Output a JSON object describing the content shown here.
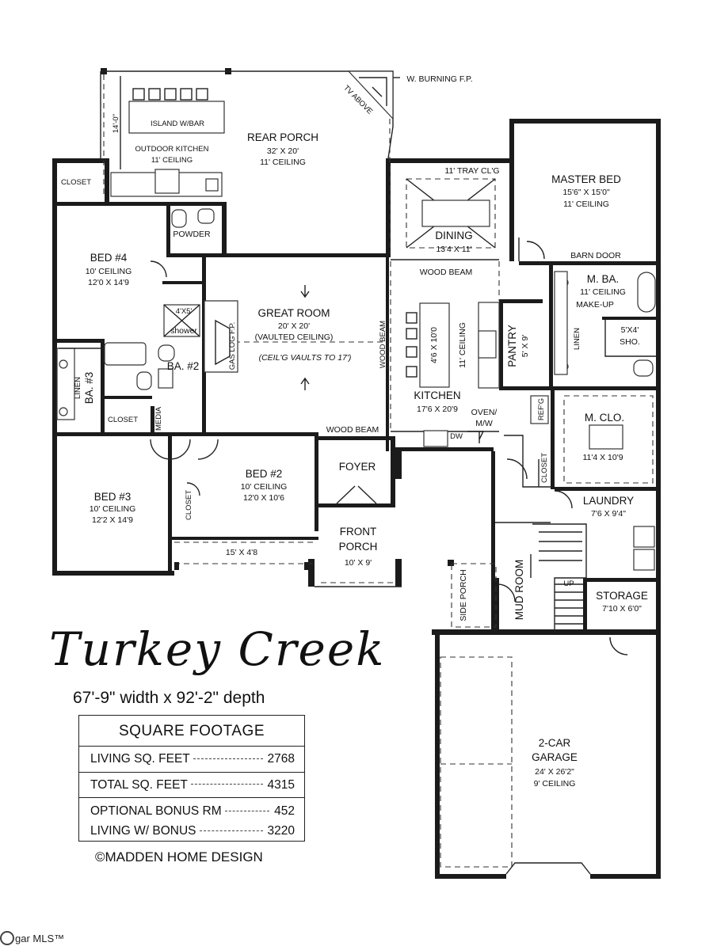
{
  "rooms": {
    "closet_nw": "CLOSET",
    "powder": "POWDER",
    "outdoor_kitchen": "OUTDOOR KITCHEN",
    "outdoor_kitchen_ceiling": "11' CEILING",
    "island_bar": "ISLAND W/BAR",
    "porch_dim": "14'-0\"",
    "rear_porch": "REAR PORCH",
    "rear_porch_size": "32' X 20'",
    "rear_porch_ceiling": "11' CEILING",
    "fireplace": "W. BURNING F.P.",
    "tv_above": "TV ABOVE",
    "tray": "11' TRAY CL'G",
    "dining": "DINING",
    "dining_size": "13'4 X 11'",
    "master_bed": "MASTER BED",
    "master_bed_size": "15'6\" X 15'0\"",
    "master_bed_ceiling": "11' CEILING",
    "barn_door": "BARN DOOR",
    "bed4": "BED #4",
    "bed4_ceiling": "10' CEILING",
    "bed4_size": "12'0 X 14'9",
    "wood_beam_top": "WOOD BEAM",
    "great_room": "GREAT ROOM",
    "great_room_size": "20' X 20'",
    "great_room_vault": "(VAULTED CEILING)",
    "ceil_vaults": "(CEIL'G VAULTS TO 17')",
    "gas_log": "GAS LOG F.P.",
    "shower_size": "4'X5'",
    "shower": "shower",
    "ba2": "BA. #2",
    "ba3": "BA. #3",
    "linen": "LINEN",
    "closet_w": "CLOSET",
    "media": "MEDIA",
    "wood_beam_v": "WOOD BEAM",
    "island_size": "4'6 X 10'0",
    "kitchen_ceiling": "11' CEILING",
    "kitchen": "KITCHEN",
    "kitchen_size": "17'6 X 20'9",
    "pantry": "PANTRY",
    "pantry_size": "5' X 9'",
    "m_ba": "M. BA.",
    "m_ba_ceiling": "11' CEILING",
    "makeup": "MAKE-UP",
    "linen_m": "LINEN",
    "sho_size": "5'X4'",
    "sho": "SHO.",
    "refg": "REF'G",
    "oven": "OVEN/",
    "mw": "M/W",
    "dw": "DW",
    "m_clo": "M. CLO.",
    "m_clo_size": "11'4 X 10'9",
    "closet_e": "CLOSET",
    "wood_beam_bottom": "WOOD BEAM",
    "bed3": "BED #3",
    "bed3_ceiling": "10' CEILING",
    "bed3_size": "12'2 X 14'9",
    "bed2": "BED #2",
    "bed2_ceiling": "10' CEILING",
    "bed2_size": "12'0 X 10'6",
    "closet_b2": "CLOSET",
    "foyer": "FOYER",
    "front_porch_1": "FRONT",
    "front_porch_2": "PORCH",
    "front_porch_size": "10' X 9'",
    "porch_strip": "15' X 4'8",
    "laundry": "LAUNDRY",
    "laundry_size": "7'6 X 9'4\"",
    "side_porch": "SIDE PORCH",
    "mud_room": "MUD ROOM",
    "up": "UP",
    "storage": "STORAGE",
    "storage_size": "7'10 X 6'0\"",
    "garage1": "2-CAR",
    "garage2": "GARAGE",
    "garage_size": "24' X 26'2\"",
    "garage_ceiling": "9' CEILING"
  },
  "title": "Turkey Creek",
  "dimensions": "67'-9\" width x 92'-2\" depth",
  "square_footage": {
    "heading": "SQUARE FOOTAGE",
    "rows": [
      {
        "label": "LIVING SQ. FEET",
        "value": "2768"
      },
      {
        "label": "TOTAL SQ. FEET",
        "value": "4315"
      },
      {
        "label": "OPTIONAL BONUS RM",
        "value": "452"
      },
      {
        "label": "LIVING W/ BONUS",
        "value": "3220"
      }
    ]
  },
  "copyright": "©MADDEN HOME DESIGN",
  "watermark": "gar MLS™"
}
